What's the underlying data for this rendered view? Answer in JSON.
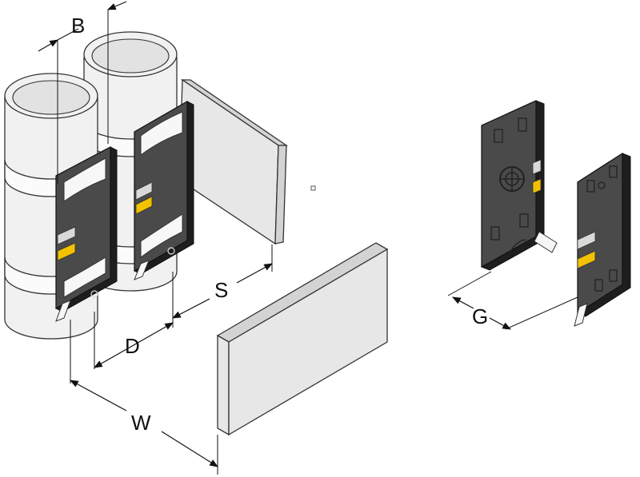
{
  "labels": {
    "b": "B",
    "d": "D",
    "w": "W",
    "s": "S",
    "g": "G"
  },
  "colors": {
    "cylinder_fill": "#f1f1f1",
    "cylinder_inner": "#e2e2e2",
    "band_fill": "#fbfbfb",
    "sensor_body": "#3a3a3a",
    "sensor_edge": "#1e1e1e",
    "sensor_face": "#4a4a4a",
    "clip_fill": "#f7f7f7",
    "led_yellow": "#f2c200",
    "led_light": "#d9d9d9",
    "plate_face": "#e7e7e7",
    "plate_side": "#d3d3d3",
    "outline": "#333333"
  }
}
